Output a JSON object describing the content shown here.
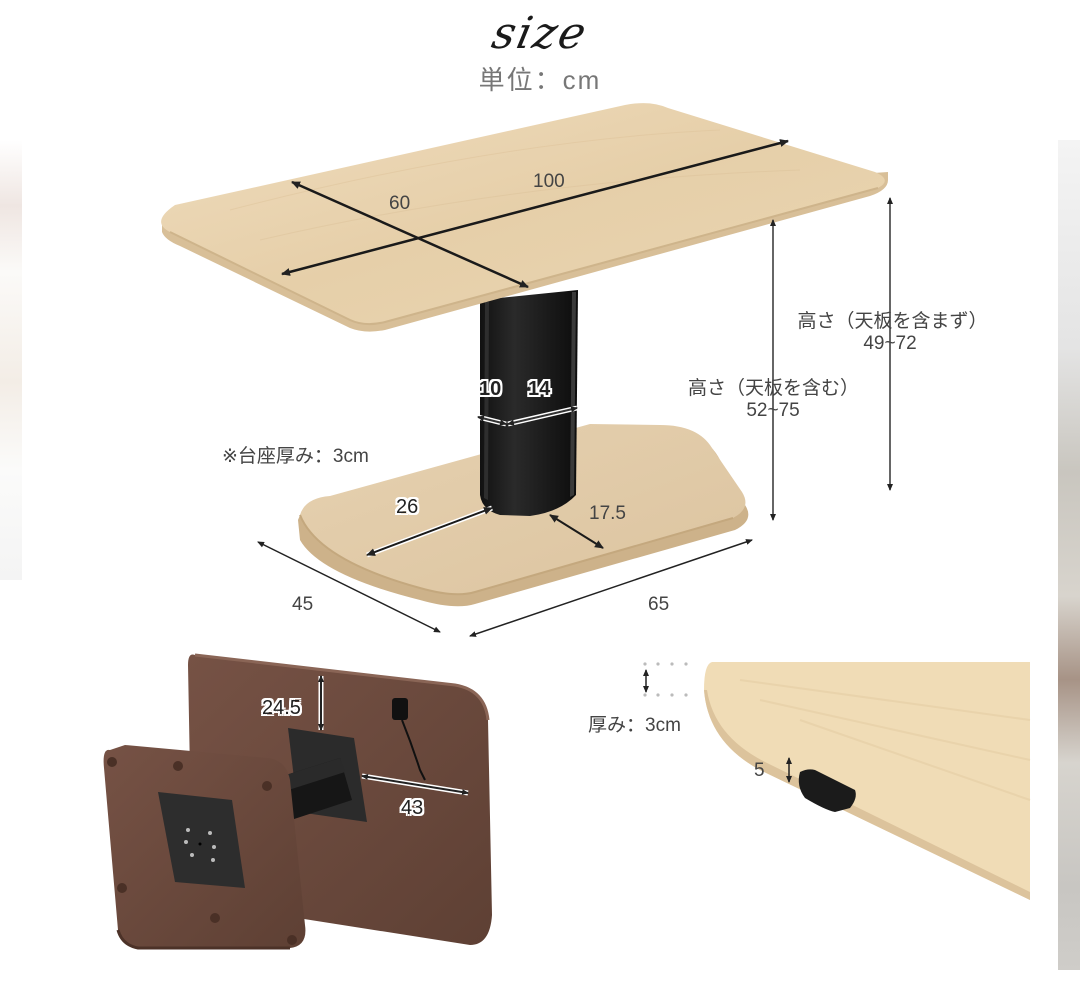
{
  "header": {
    "title": "size",
    "unit_label": "単位：cm"
  },
  "main_diagram": {
    "tabletop": {
      "length_label": "100",
      "width_label": "60"
    },
    "column": {
      "depth_label": "10",
      "width_label": "14"
    },
    "base": {
      "thickness_note": "※台座厚み：3cm",
      "offset_left_label": "26",
      "offset_front_label": "17.5",
      "depth_label": "45",
      "width_label": "65"
    },
    "height_with_top": {
      "label": "高さ（天板を含む）",
      "range": "52~75"
    },
    "height_without_top": {
      "label": "高さ（天板を含まず）",
      "range": "49~72"
    }
  },
  "underside_diagram": {
    "plate_offset_label": "24.5",
    "plate_to_edge_label": "43"
  },
  "thickness_detail": {
    "label": "厚み：3cm"
  },
  "lever_detail": {
    "lever_gap_label": "5"
  },
  "colors": {
    "light_wood": "#e8d2ae",
    "light_wood_edge": "#d9be95",
    "dark_wood": "#6b4a3c",
    "dark_wood_edge": "#553a2f",
    "column_black": "#1c1c1c",
    "arrow": "#222222",
    "text_gray": "#444444"
  }
}
